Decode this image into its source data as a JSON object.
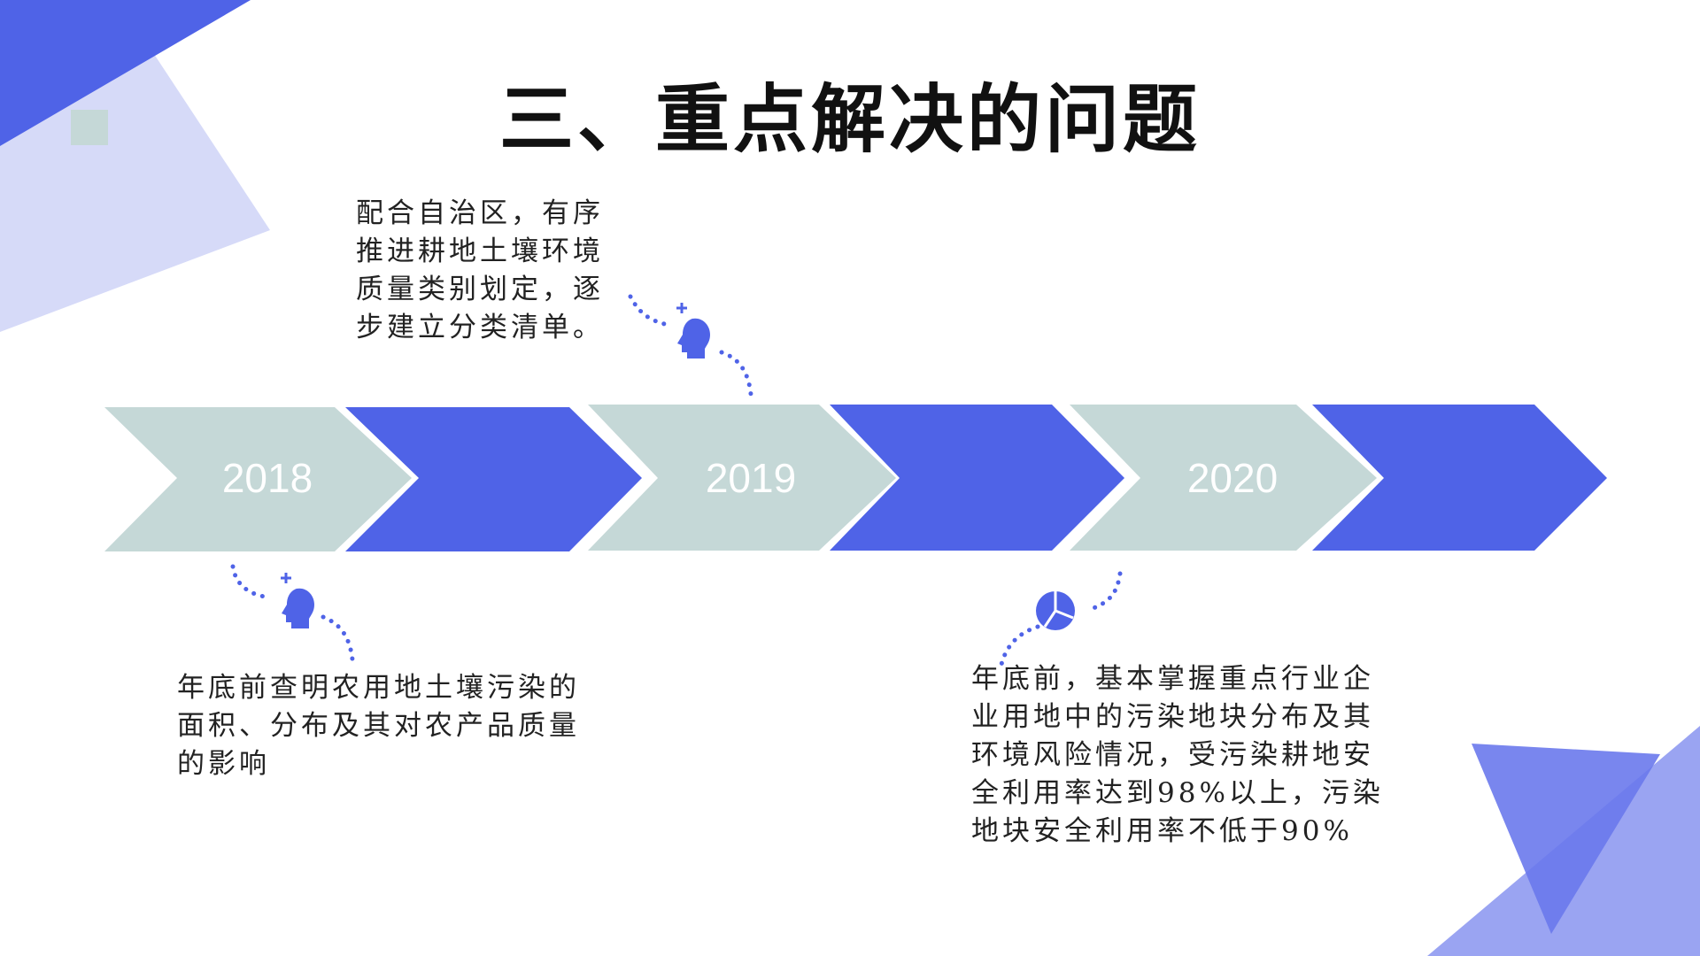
{
  "title": "三、重点解决的问题",
  "colors": {
    "primary_blue": "#4f63e7",
    "light_blue": "#d6daf8",
    "sage": "#c5d8d7",
    "accent_blue": "#7f8ef0"
  },
  "timeline": [
    {
      "year": "2018"
    },
    {
      "year": "2019"
    },
    {
      "year": "2020"
    }
  ],
  "notes": {
    "note_2019": {
      "icon": "head-plus-icon",
      "lines": [
        "配合自治区，有序",
        "推进耕地土壤环境",
        "质量类别划定，逐",
        "步建立分类清单。"
      ]
    },
    "note_2018": {
      "icon": "head-plus-icon",
      "lines": [
        "年底前查明农用地土壤污染的",
        "面积、分布及其对农产品质量",
        "的影响"
      ]
    },
    "note_2020": {
      "icon": "pie-chart-icon",
      "lines": [
        "年底前，基本掌握重点行业企",
        "业用地中的污染地块分布及其",
        "环境风险情况，受污染耕地安",
        "全利用率达到98%以上，污染",
        "地块安全利用率不低于90%"
      ]
    }
  }
}
